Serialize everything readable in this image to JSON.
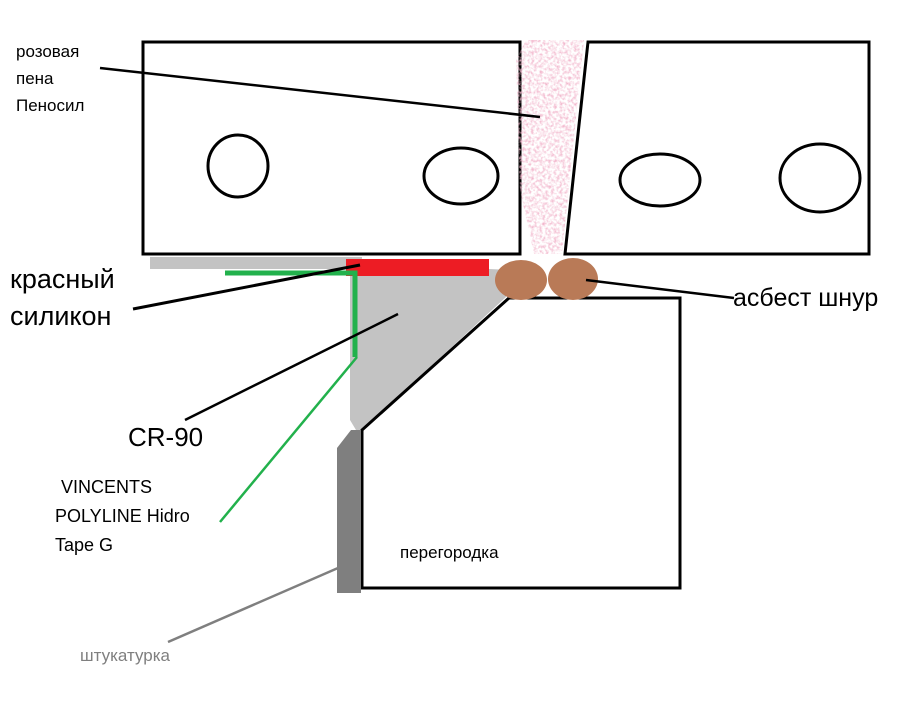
{
  "labels": {
    "foam": [
      "розовая",
      "пена",
      "Пеносил"
    ],
    "silicone": [
      "красный",
      "силикон"
    ],
    "asbestos": "асбест шнур",
    "cr90": "CR-90",
    "tape": [
      "VINCENTS",
      "POLYLINE Hidro",
      "Tape G"
    ],
    "partition": "перегородка",
    "plaster": "штукатурка"
  },
  "colors": {
    "outline": "#000000",
    "foam": "#f2b6cc",
    "silicone": "#ed1c24",
    "asbestos": "#b97a57",
    "cr90": "#c3c3c3",
    "tape": "#22b14c",
    "plaster": "#7f7f7f",
    "plaster_label": "#7f7f7f"
  }
}
